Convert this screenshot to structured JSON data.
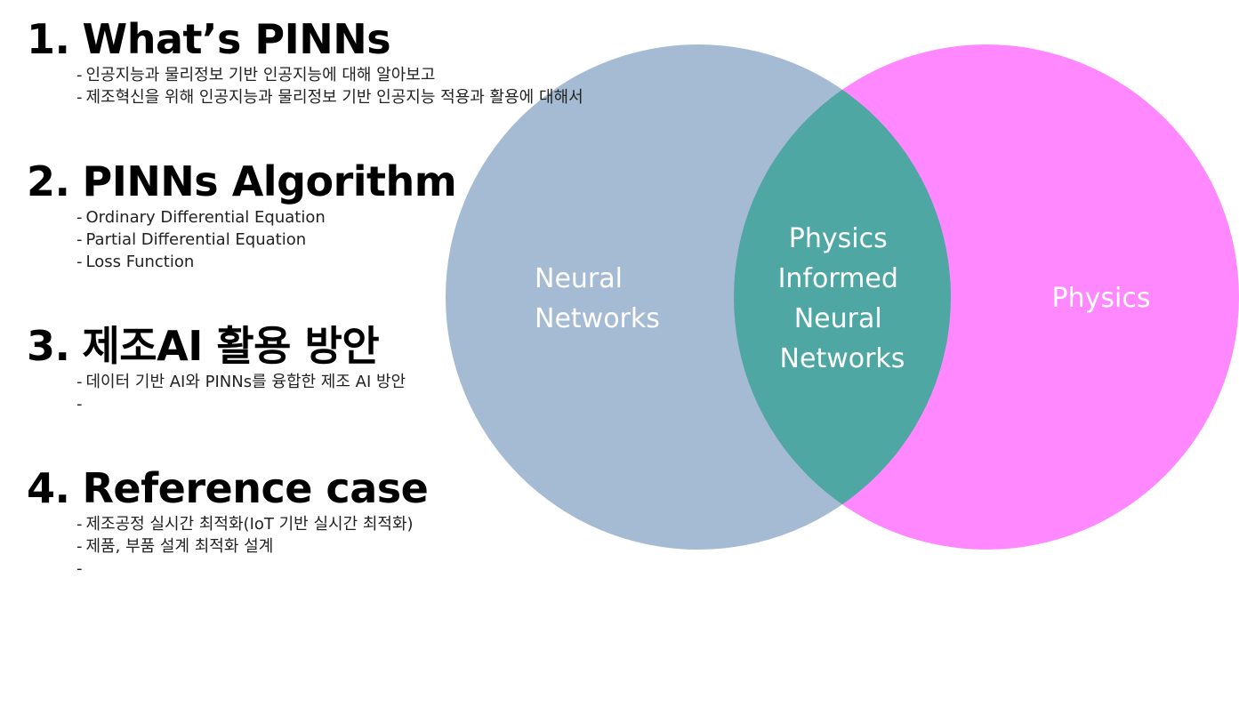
{
  "sections": [
    {
      "number": "1.",
      "title": "What’s PINNs",
      "items": [
        "인공지능과 물리정보 기반 인공지능에 대해 알아보고",
        "제조혁신을 위해 인공지능과 물리정보 기반 인공지능 적용과 활용에 대해서"
      ]
    },
    {
      "number": "2.",
      "title": "PINNs Algorithm",
      "items": [
        "Ordinary Differential Equation",
        "Partial Differential  Equation",
        "Loss Function"
      ]
    },
    {
      "number": "3.",
      "title": "제조AI 활용 방안",
      "items": [
        "데이터 기반 AI와 PINNs를 융합한 제조 AI 방안",
        ""
      ]
    },
    {
      "number": "4.",
      "title": "Reference case",
      "items": [
        "제조공정 실시간 최적화(IoT 기반 실시간 최적화)",
        "제품, 부품 설계 최적화 설계",
        ""
      ]
    }
  ],
  "venn": {
    "left_label": [
      "Neural",
      "Networks"
    ],
    "right_label": [
      "Physics"
    ],
    "overlap_label": [
      "Physics",
      "Informed",
      "Neural",
      "Networks"
    ],
    "colors": {
      "left": "#a5bbd3",
      "right": "#ff88ff",
      "overlap": "#4fa7a4",
      "text": "#ffffff"
    }
  },
  "item_prefix": "-"
}
